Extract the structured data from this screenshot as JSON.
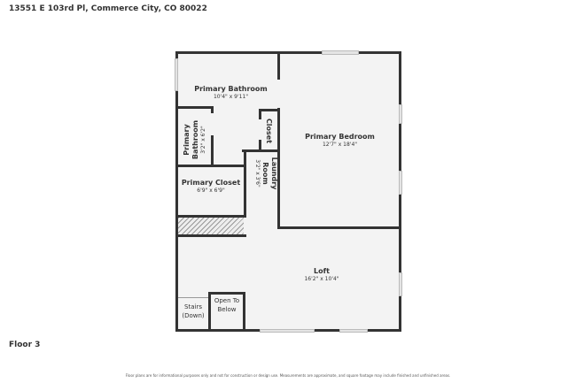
{
  "header": {
    "address": "13551 E 103rd Pl, Commerce City, CO 80022"
  },
  "plan": {
    "floor_label": "Floor 3",
    "rooms": [
      {
        "name": "Primary Bathroom",
        "dims": "10'4\" x 9'11\""
      },
      {
        "name": "Primary Bathroom",
        "dims": "3'2\" x 6'2\""
      },
      {
        "name": "Closet",
        "dims": ""
      },
      {
        "name": "Laundry Room",
        "dims": "3'2\" x 3'6\""
      },
      {
        "name": "Primary Bedroom",
        "dims": "12'7\" x 18'4\""
      },
      {
        "name": "Primary Closet",
        "dims": "6'9\" x 6'9\""
      },
      {
        "name": "Loft",
        "dims": "16'2\" x 10'4\""
      },
      {
        "name": "Stairs (Down)",
        "dims": ""
      },
      {
        "name": "Open To Below",
        "dims": ""
      }
    ]
  },
  "footer": {
    "disclaimer": "Floor plans are for informational purposes only and not for construction or design use. Measurements are approximate, and square footage may include finished and unfinished areas."
  }
}
